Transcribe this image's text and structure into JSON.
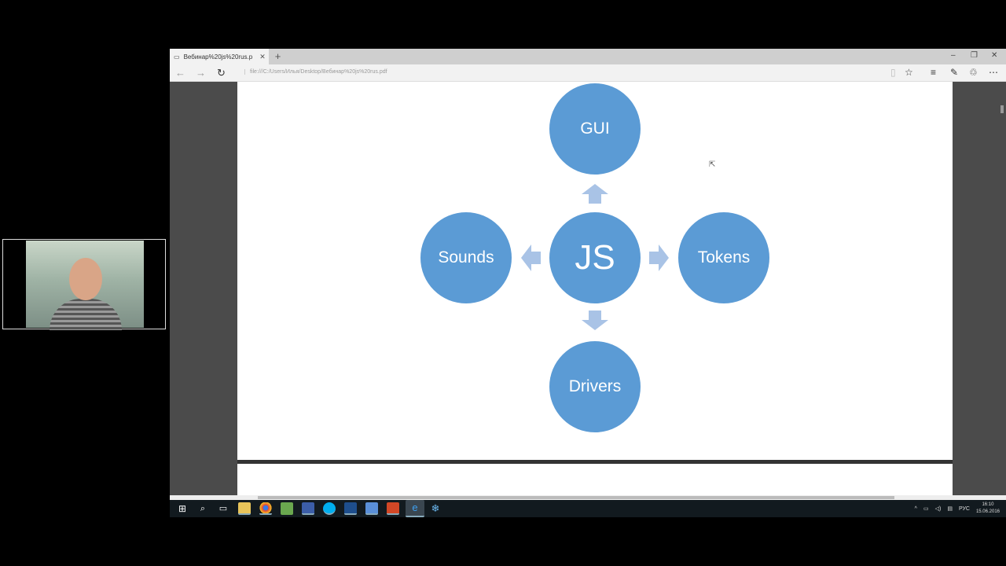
{
  "browser": {
    "tab_title": "Вебинар%20js%20rus.p",
    "url": "file:///C:/Users/Илья/Desktop/Вебинар%20js%20rus.pdf",
    "window_controls": {
      "minimize": "–",
      "restore": "❐",
      "close": "✕"
    }
  },
  "slide": {
    "center": "JS",
    "top": "GUI",
    "left": "Sounds",
    "right": "Tokens",
    "bottom": "Drivers",
    "circle_color": "#5b9bd5",
    "arrow_color": "#a9c3e6"
  },
  "taskbar": {
    "language": "РУС",
    "time": "16:10",
    "date": "15.06.2016"
  }
}
